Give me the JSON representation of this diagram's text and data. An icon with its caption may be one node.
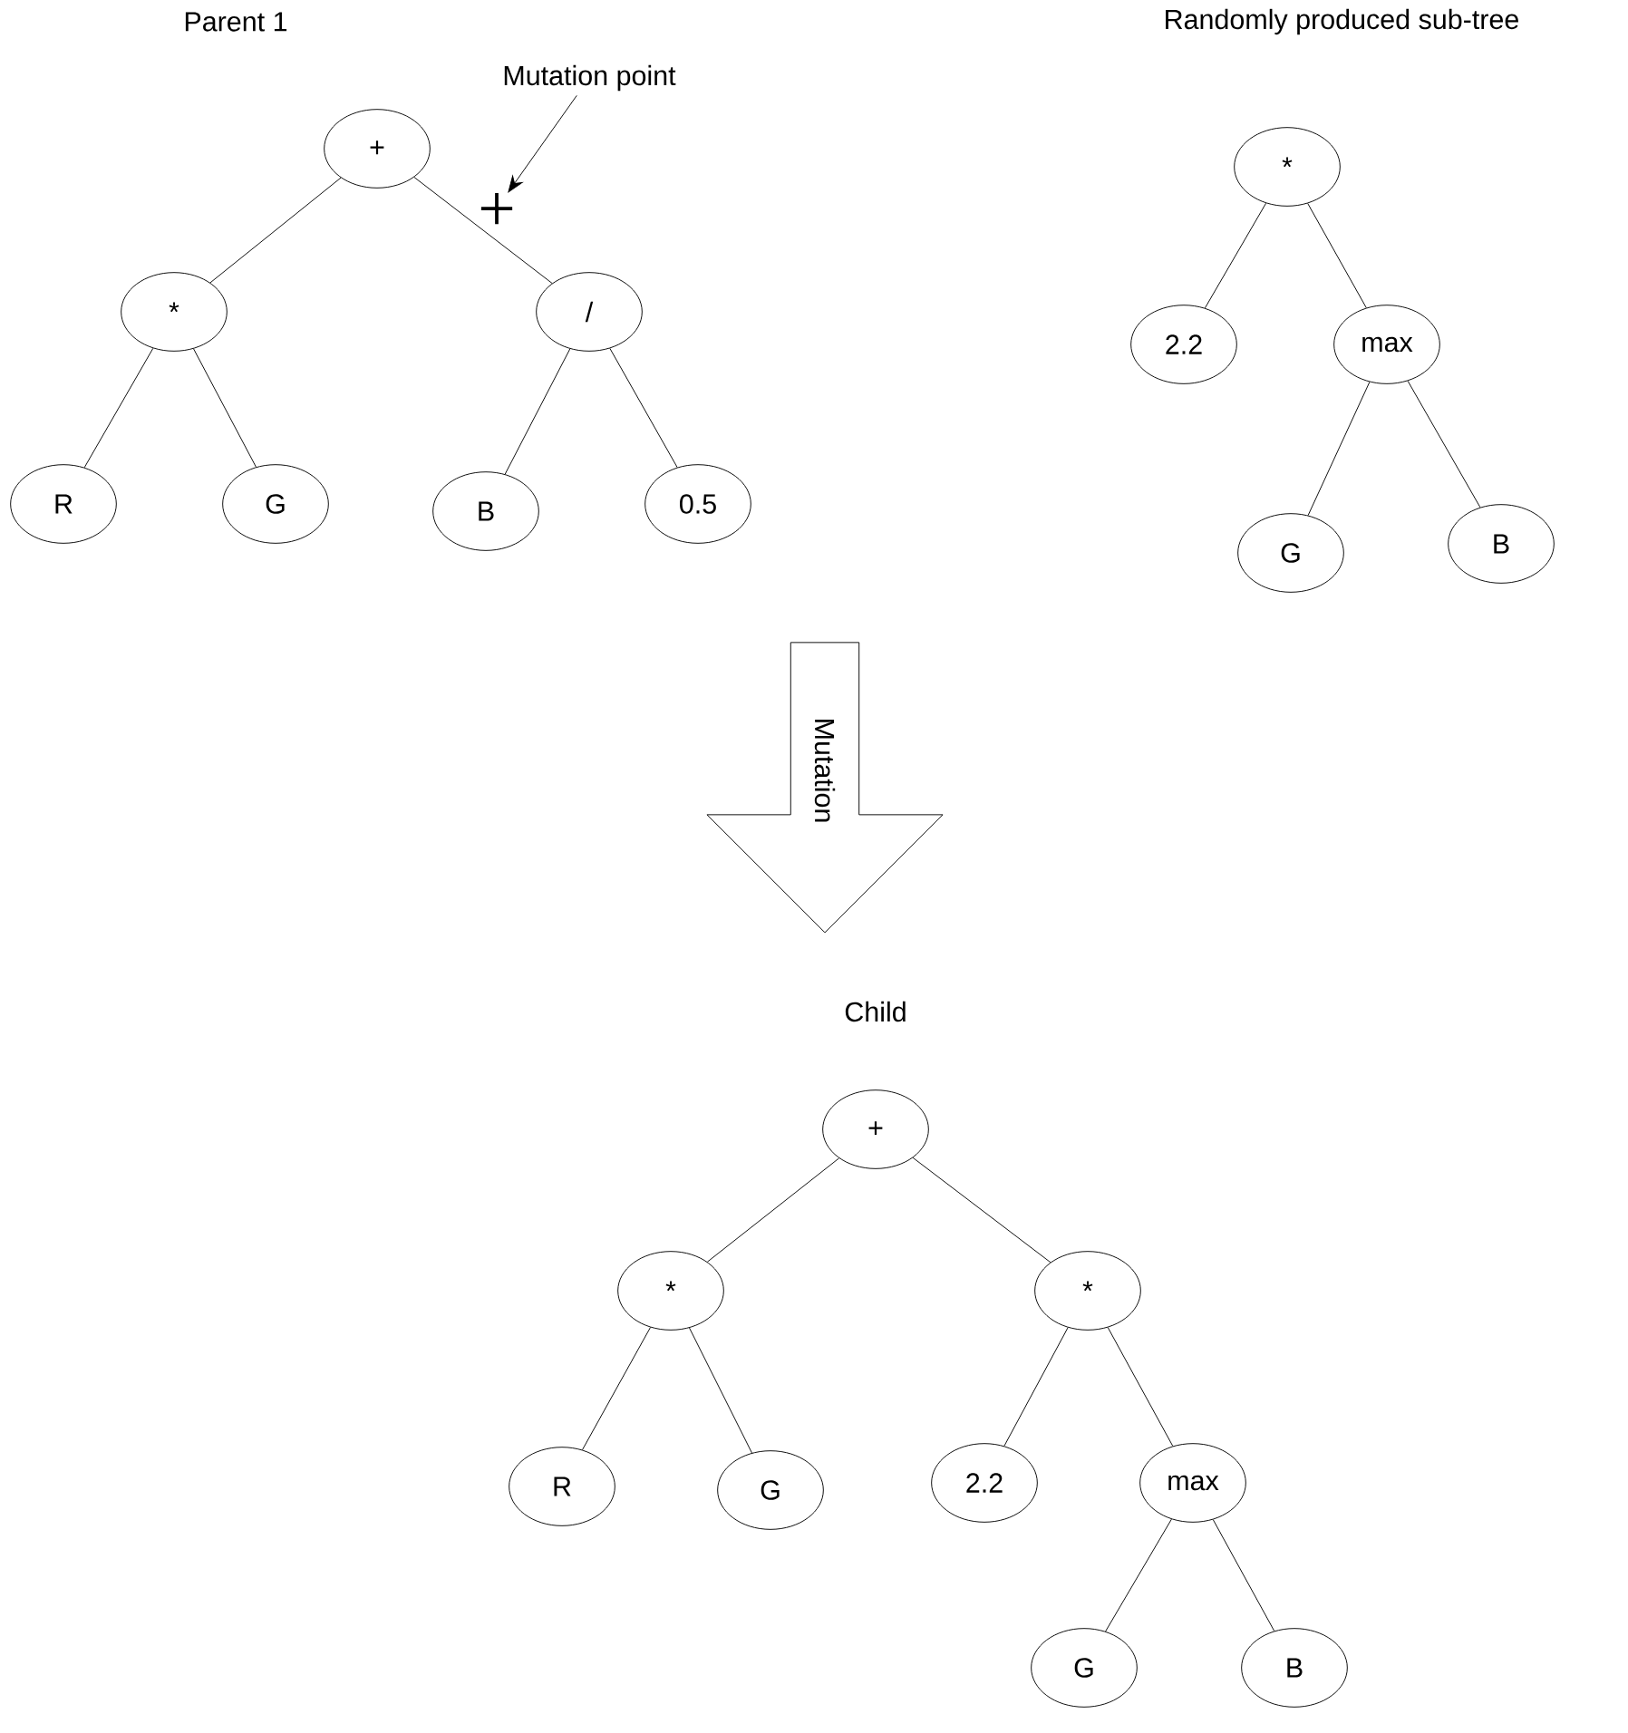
{
  "diagram": {
    "nodes": [
      {
        "text": [
          "+"
        ]
      },
      {
        "text": [
          "*"
        ]
      },
      {
        "text": [
          "/"
        ]
      },
      {
        "text": [
          "R"
        ]
      },
      {
        "text": [
          "G"
        ]
      },
      {
        "text": [
          "B"
        ]
      },
      {
        "text": [
          "0.5"
        ]
      },
      {
        "text": [
          "*"
        ]
      },
      {
        "text": [
          "2.2"
        ]
      },
      {
        "text": [
          "max"
        ]
      },
      {
        "text": [
          "G"
        ]
      },
      {
        "text": [
          "B"
        ]
      },
      {
        "text": [
          "Mutation"
        ]
      },
      {
        "text": [
          "+"
        ]
      },
      {
        "text": [
          "*"
        ]
      },
      {
        "text": [
          "*"
        ]
      },
      {
        "text": [
          "R"
        ]
      },
      {
        "text": [
          "G"
        ]
      },
      {
        "text": [
          "2.2"
        ]
      },
      {
        "text": [
          "max"
        ]
      },
      {
        "text": [
          "G"
        ]
      },
      {
        "text": [
          "B"
        ]
      },
      {
        "text": [
          "Mutation point"
        ]
      },
      {
        "text": [],
        "shape": "cross"
      }
    ],
    "edges": [
      {
        "from": 0,
        "to": 1,
        "arrow": "none"
      },
      {
        "from": 0,
        "to": 2,
        "arrow": "none"
      },
      {
        "from": 1,
        "to": 3,
        "arrow": "none"
      },
      {
        "from": 1,
        "to": 4,
        "arrow": "none"
      },
      {
        "from": 2,
        "to": 5,
        "arrow": "none"
      },
      {
        "from": 2,
        "to": 6,
        "arrow": "none"
      },
      {
        "from": 7,
        "to": 8,
        "arrow": "none"
      },
      {
        "from": 7,
        "to": 9,
        "arrow": "none"
      },
      {
        "from": 9,
        "to": 10,
        "arrow": "none"
      },
      {
        "from": 9,
        "to": 11,
        "arrow": "none"
      },
      {
        "from": 13,
        "to": 14,
        "arrow": "none"
      },
      {
        "from": 13,
        "to": 15,
        "arrow": "none"
      },
      {
        "from": 14,
        "to": 16,
        "arrow": "none"
      },
      {
        "from": 14,
        "to": 17,
        "arrow": "none"
      },
      {
        "from": 15,
        "to": 18,
        "arrow": "none"
      },
      {
        "from": 15,
        "to": 19,
        "arrow": "none"
      },
      {
        "from": 19,
        "to": 20,
        "arrow": "none"
      },
      {
        "from": 19,
        "to": 21,
        "arrow": "none"
      },
      {
        "from": 22,
        "to": 23,
        "arrow": "to"
      }
    ],
    "labels": [
      "Parent 1",
      "Randomly produced sub-tree",
      "Child"
    ]
  }
}
